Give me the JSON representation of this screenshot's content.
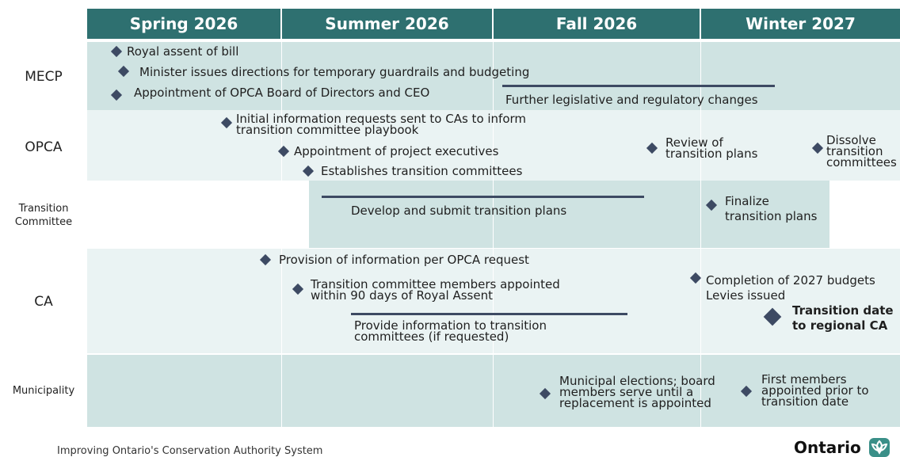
{
  "seasons": [
    "Spring 2026",
    "Summer 2026",
    "Fall 2026",
    "Winter 2027"
  ],
  "rows": {
    "mecp": "MECP",
    "opca": "OPCA",
    "transition_committee": "Transition\nCommittee",
    "ca": "CA",
    "municipality": "Municipality"
  },
  "mecp": {
    "royal_assent": "Royal assent of bill",
    "minister_directions": "Minister issues directions for temporary guardrails and budgeting",
    "board_appointment": "Appointment of OPCA Board of Directors and CEO",
    "legislative_changes": "Further legislative and regulatory changes"
  },
  "opca": {
    "info_requests": "Initial information requests sent to CAs to inform\ntransition committee playbook",
    "project_execs": "Appointment of project executives",
    "establish_committees": "Establishes transition committees",
    "review_plans": "Review of\ntransition plans",
    "dissolve_committees": "Dissolve\ntransition\ncommittees"
  },
  "transition_committee": {
    "develop_plans": "Develop and submit transition plans",
    "finalize_plans": "Finalize\ntransition plans"
  },
  "ca": {
    "provision_info": "Provision of information per OPCA request",
    "members_appointed": "Transition committee members appointed\nwithin 90 days of Royal Assent",
    "provide_info": "Provide information to transition\ncommittees (if requested)",
    "budgets": "Completion of 2027 budgets\nLevies issued",
    "transition_date": "Transition date\nto regional CA"
  },
  "municipality": {
    "elections": "Municipal elections; board\nmembers serve until a\nreplacement is appointed",
    "first_members": "First members\nappointed prior to\ntransition date"
  },
  "footer": "Improving Ontario's Conservation Authority System",
  "logo": "Ontario"
}
